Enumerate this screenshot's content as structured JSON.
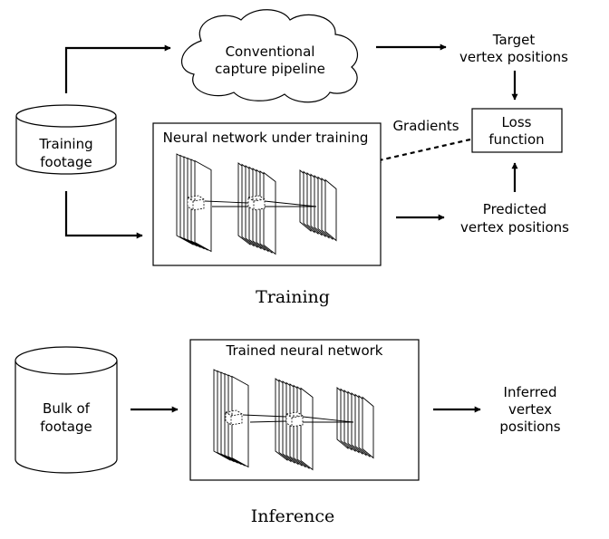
{
  "training": {
    "source_label_line1": "Training",
    "source_label_line2": "footage",
    "cloud_line1": "Conventional",
    "cloud_line2": "capture pipeline",
    "target_line1": "Target",
    "target_line2": "vertex positions",
    "loss_line1": "Loss",
    "loss_line2": "function",
    "gradients_label": "Gradients",
    "network_title": "Neural network under training",
    "predicted_line1": "Predicted",
    "predicted_line2": "vertex positions",
    "caption": "Training"
  },
  "inference": {
    "source_label_line1": "Bulk of",
    "source_label_line2": "footage",
    "network_title": "Trained neural network",
    "output_line1": "Inferred",
    "output_line2": "vertex",
    "output_line3": "positions",
    "caption": "Inference"
  }
}
